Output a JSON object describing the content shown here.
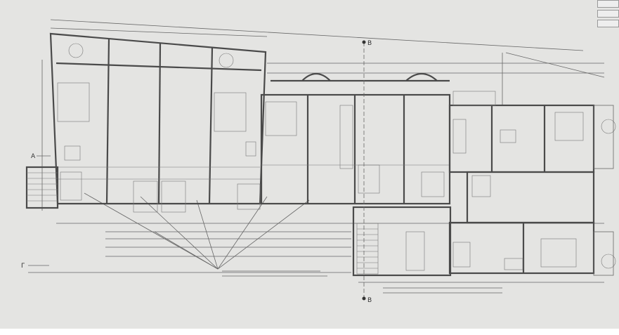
{
  "drawing": {
    "section_markers": {
      "a_left": "A",
      "b_top": "B",
      "b_bottom": "B",
      "g_left": "Γ"
    }
  }
}
